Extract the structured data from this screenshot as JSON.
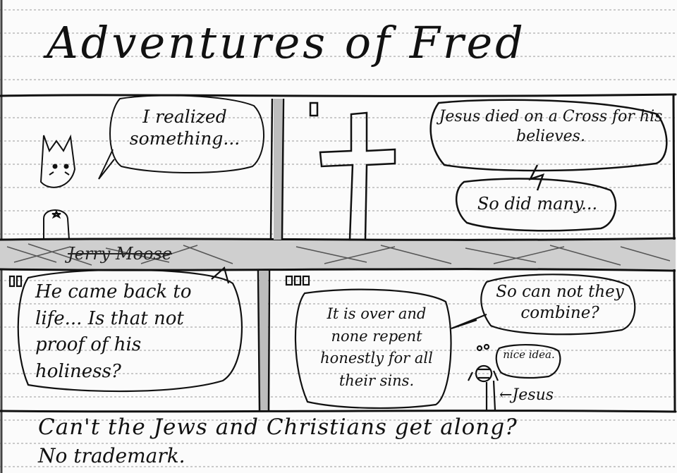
{
  "title": "Adventures of Fred",
  "panel1": {
    "bubble": "I realized something..."
  },
  "panel2": {
    "bubble_top": "Jesus died on a Cross for his believes.",
    "bubble_bottom": "So did many..."
  },
  "scribble": "Jerry Moose",
  "panel3": {
    "bubble": "He came back to life... Is that not proof of his holiness?"
  },
  "panel4": {
    "bubble_left": "It is over and none repent honestly for all their sins.",
    "bubble_right": "So can not they combine?",
    "bubble_small": "nice idea.",
    "jesus_label": "←Jesus"
  },
  "caption": "Can't the Jews and Christians get along?",
  "footer": "No trademark."
}
